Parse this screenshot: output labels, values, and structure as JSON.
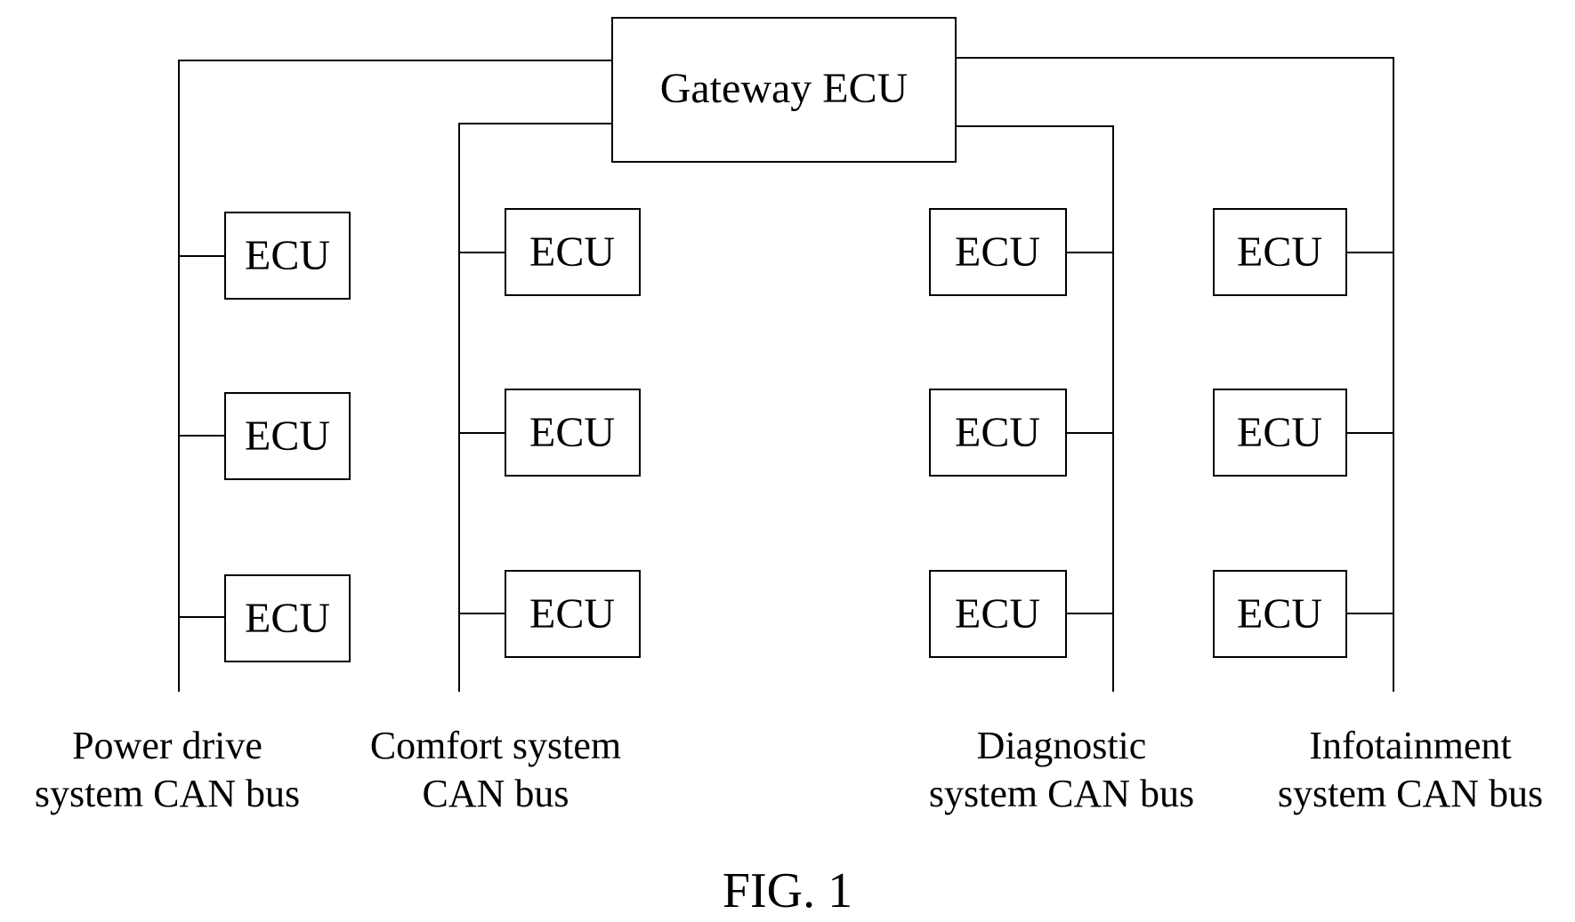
{
  "gateway": {
    "label": "Gateway ECU"
  },
  "ecu_label": "ECU",
  "buses": [
    {
      "id": "power-drive",
      "label_line1": "Power drive",
      "label_line2": "system CAN bus",
      "ecus": [
        "ECU",
        "ECU",
        "ECU"
      ]
    },
    {
      "id": "comfort",
      "label_line1": "Comfort system",
      "label_line2": "CAN bus",
      "ecus": [
        "ECU",
        "ECU",
        "ECU"
      ]
    },
    {
      "id": "diagnostic",
      "label_line1": "Diagnostic",
      "label_line2": "system CAN bus",
      "ecus": [
        "ECU",
        "ECU",
        "ECU"
      ]
    },
    {
      "id": "infotainment",
      "label_line1": "Infotainment",
      "label_line2": "system CAN bus",
      "ecus": [
        "ECU",
        "ECU",
        "ECU"
      ]
    }
  ],
  "figure_caption": "FIG. 1"
}
